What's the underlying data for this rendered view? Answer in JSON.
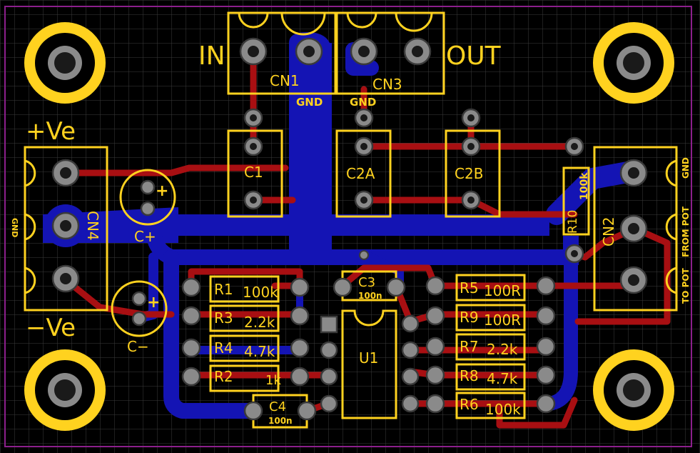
{
  "board": {
    "connectors": {
      "cn1": {
        "ref": "CN1",
        "label": "IN"
      },
      "cn3": {
        "ref": "CN3",
        "label": "OUT"
      },
      "cn4": {
        "ref": "CN4",
        "label_pos": "+Ve",
        "label_neg": "−Ve",
        "label_gnd": "GND"
      },
      "cn2": {
        "ref": "CN2",
        "pin1": "GND",
        "pin2": "FROM POT",
        "pin3": "TO POT"
      }
    },
    "gnd_labels": [
      "GND",
      "GND"
    ],
    "capacitors": {
      "c1": "C1",
      "c2a": "C2A",
      "c2b": "C2B",
      "c3": "C3",
      "c3_value": "100n",
      "c4": "C4",
      "c4_value": "100n",
      "cplus": "C+",
      "cminus": "C−",
      "polarity": "+"
    },
    "ic": "U1",
    "resistors": [
      {
        "ref": "R1",
        "value": "100k"
      },
      {
        "ref": "R3",
        "value": "2.2k"
      },
      {
        "ref": "R4",
        "value": "4.7k"
      },
      {
        "ref": "R2",
        "value": "1k"
      },
      {
        "ref": "R5",
        "value": "100R"
      },
      {
        "ref": "R9",
        "value": "100R"
      },
      {
        "ref": "R7",
        "value": "2.2k"
      },
      {
        "ref": "R8",
        "value": "4.7k"
      },
      {
        "ref": "R6",
        "value": "100k"
      },
      {
        "ref": "R10",
        "value": "100k"
      }
    ],
    "colors": {
      "background": "#000000",
      "grid": "#3c3c3c",
      "outline": "#8c1f8c",
      "top_copper": "#a80f12",
      "bottom_copper": "#1414b4",
      "silkscreen": "#ffd21f",
      "pad": "#8a8a8a"
    }
  }
}
